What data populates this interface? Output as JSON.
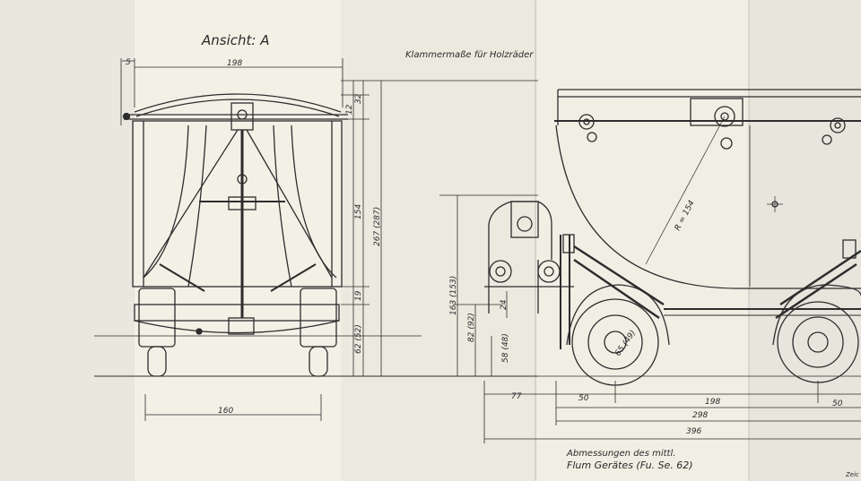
{
  "titles": {
    "view_a": "Ansicht: A",
    "clamp_dims": "Klammermaße für Holzräder",
    "caption_line1": "Abmessungen des mittl.",
    "caption_line2": "Flum Gerätes (Fu. Se. 62)",
    "corner_fragment": "Zeic"
  },
  "dims_view_a": {
    "offset": "5",
    "width_top": "198",
    "width_bottom": "160",
    "d12": "12",
    "d32": "32",
    "d154": "154",
    "d267": "267 (287)",
    "d19": "19",
    "d62": "62 (52)"
  },
  "dims_side": {
    "h163": "163 (153)",
    "h82": "82 (92)",
    "h58": "58 (48)",
    "h24": "24",
    "radius": "R = 154",
    "wheel": "65 (49)",
    "l77": "77",
    "l50a": "50",
    "l198": "198",
    "l50b": "50",
    "l298": "298",
    "l396": "396"
  }
}
